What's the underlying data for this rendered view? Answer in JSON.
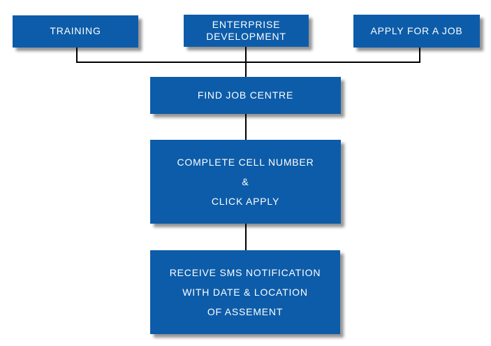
{
  "diagram": {
    "title": "Job application process flowchart",
    "colors": {
      "box_fill": "#0d5ca9",
      "box_text": "#ffffff",
      "connector": "#000000",
      "background": "#ffffff",
      "shadow": "#9e9e9e"
    },
    "nodes": {
      "training": {
        "label": "TRAINING"
      },
      "enterprise": {
        "line1": "ENTERPRISE",
        "line2": "DEVELOPMENT"
      },
      "apply": {
        "label": "APPLY FOR A JOB"
      },
      "find": {
        "label": "FIND JOB CENTRE"
      },
      "complete": {
        "line1": "COMPLETE CELL NUMBER",
        "line2": "&",
        "line3": "CLICK APPLY"
      },
      "receive": {
        "line1": "RECEIVE SMS NOTIFICATION",
        "line2": "WITH DATE & LOCATION",
        "line3": "OF ASSEMENT"
      }
    }
  }
}
